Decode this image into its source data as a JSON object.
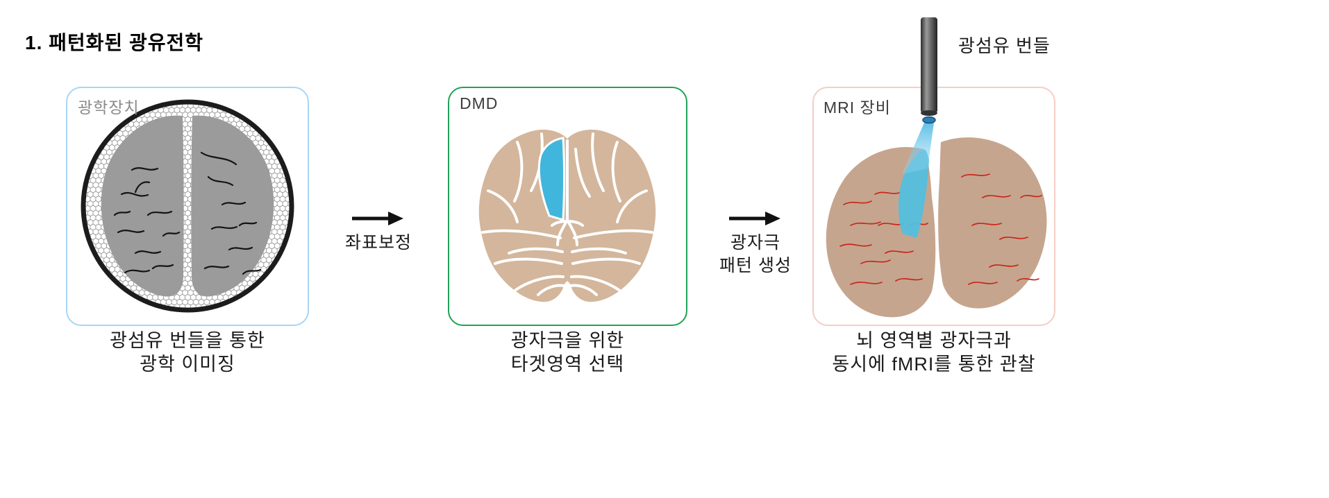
{
  "title": "1. 패턴화된 광유전학",
  "panel_optical": {
    "label": "광학장치",
    "caption": [
      "광섬유 번들을 통한",
      "광학 이미징"
    ]
  },
  "panel_dmd": {
    "label": "DMD",
    "caption": [
      "광자극을 위한",
      "타겟영역 선택"
    ]
  },
  "panel_mri": {
    "label": "MRI 장비",
    "fiber_label": "광섬유 번들",
    "caption": [
      "뇌 영역별 광자극과",
      "동시에 fMRI를 통한 관찰"
    ]
  },
  "arrow1": {
    "label": "좌표보정"
  },
  "arrow2": {
    "label": [
      "광자극",
      "패턴 생성"
    ]
  },
  "colors": {
    "optical_panel_border": "#a9d5f5",
    "dmd_panel_border": "#1fa257",
    "mri_panel_border": "#f6cdc4",
    "imaging_brain_gray": "#9b9b9b",
    "atlas_tan": "#d3b69c",
    "target_highlight_blue": "#41b6dc",
    "mri_brain_tan": "#c6a58e",
    "vessel_red": "#c8271c",
    "arrow_black": "#111111"
  }
}
